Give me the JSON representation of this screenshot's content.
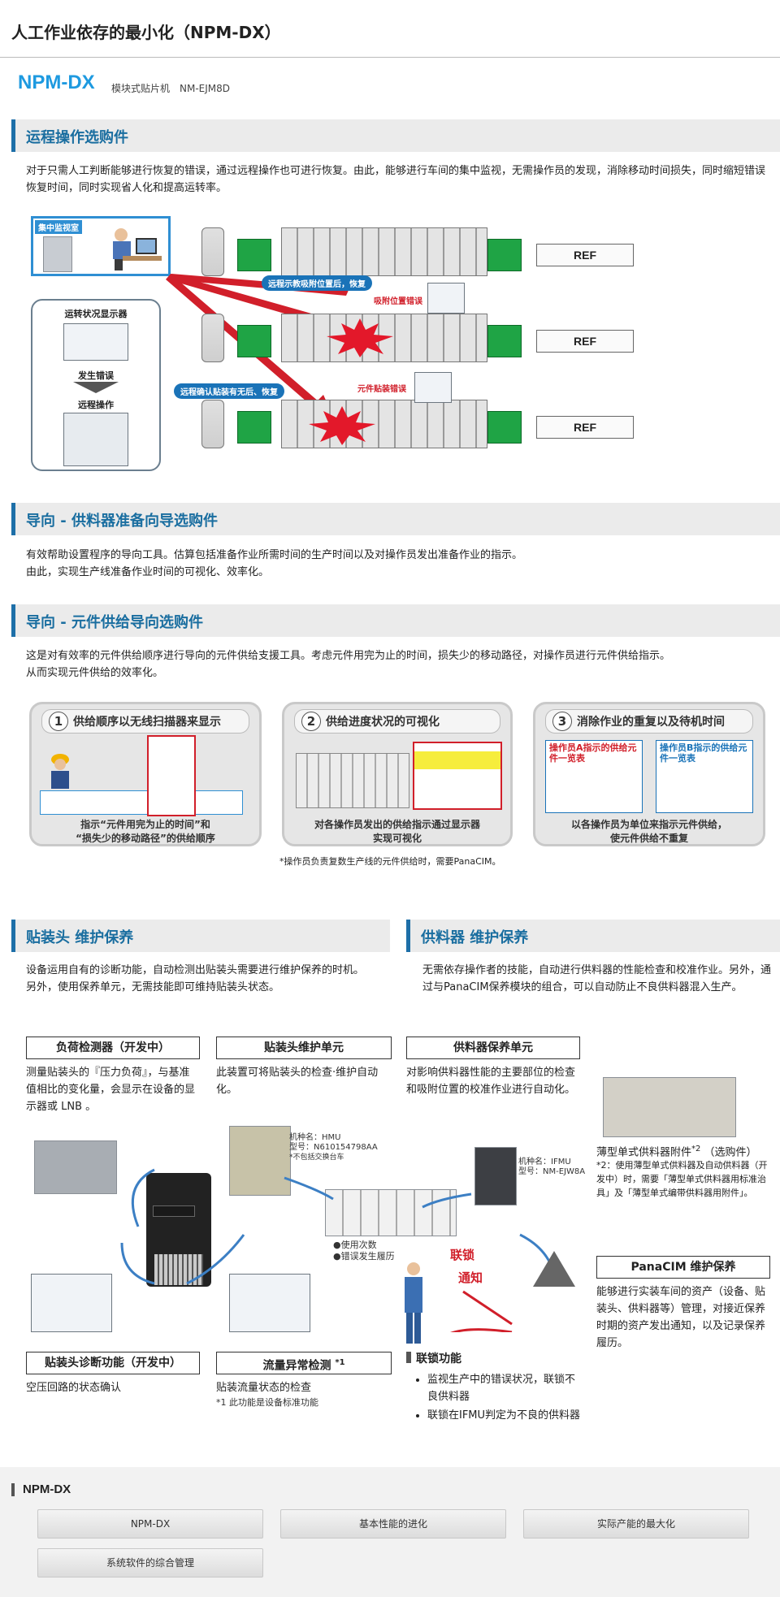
{
  "page": {
    "title": "人工作业依存的最小化（NPM-DX）",
    "model": "NPM-DX",
    "model_sub": "模块式贴片机　NM-EJM8D"
  },
  "remote": {
    "heading": "运程操作选购件",
    "text": "对于只需人工判断能够进行恢复的错误，通过远程操作也可进行恢复。由此，能够进行车间的集中监视，无需操作员的发现，消除移动时间损失，同时缩短错误恢复时间，同时实现省人化和提高运转率。",
    "control_room": "集中监视室",
    "status_display": "运转状况显示器",
    "error_occurs": "发生错误",
    "remote_op": "远程操作",
    "label_teach": "远程示教吸附位置后，恢复",
    "label_confirm": "远程确认贴装有无后、恢复",
    "err_pick": "吸附位置错误",
    "err_mount": "元件贴装错误",
    "ref": "REF"
  },
  "guide_feeder": {
    "heading": "导向 - 供料器准备向导选购件",
    "line1": "有效帮助设置程序的导向工具。估算包括准备作业所需时间的生产时间以及对操作员发出准备作业的指示。",
    "line2": "由此，实现生产线准备作业时间的可视化、效率化。"
  },
  "guide_parts": {
    "heading": "导向 - 元件供给导向选购件",
    "line1": "这是对有效率的元件供给顺序进行导向的元件供给支援工具。考虑元件用完为止的时间，损失少的移动路径，对操作员进行元件供给指示。",
    "line2": "从而实现元件供给的效率化。",
    "steps": [
      {
        "num": "1",
        "title": "供给顺序以无线扫描器来显示",
        "cap1": "指示“元件用完为止的时间”和",
        "cap2": "“损失少的移动路径”的供给顺序"
      },
      {
        "num": "2",
        "title": "供给进度状况的可视化",
        "cap1": "对各操作员发出的供给指示通过显示器",
        "cap2": "实现可视化"
      },
      {
        "num": "3",
        "title": "消除作业的重复以及待机时间",
        "cap1": "以各操作员为单位来指示元件供给，",
        "cap2": "使元件供给不重复"
      }
    ],
    "worker_a": "操作员A指示的供给元件一览表",
    "worker_b": "操作员B指示的供给元件一览表",
    "note": "*操作员负责复数生产线的元件供给时，需要PanaCIM。"
  },
  "head_maint": {
    "heading": "贴装头 维护保养",
    "text": "设备运用自有的诊断功能，自动检测出贴装头需要进行维护保养的时机。另外，使用保养单元，无需技能即可维持贴装头状态。"
  },
  "feeder_maint": {
    "heading": "供料器 维护保养",
    "text": "无需依存操作者的技能，自动进行供料器的性能检查和校准作业。另外，通过与PanaCIM保养模块的组合，可以自动防止不良供料器混入生产。"
  },
  "boxes": {
    "load": {
      "title": "负荷检测器（开发中）",
      "text": "测量贴装头的『压力负荷』，与基准值相比的变化量，会显示在设备的显示器或 LNB 。"
    },
    "head_unit": {
      "title": "贴装头维护单元",
      "text": "此装置可将贴装头的检查·维护自动化。"
    },
    "feeder_unit": {
      "title": "供料器保养单元",
      "text": "对影响供料器性能的主要部位的检查和吸附位置的校准作业进行自动化。"
    },
    "head_diag": {
      "title": "贴装头诊断功能（开发中）",
      "text": "空压回路的状态确认"
    },
    "flow": {
      "title": "流量异常检测",
      "sup": "*1",
      "text": "贴装流量状态的检查",
      "note": "*1 此功能是设备标准功能"
    },
    "panacim": {
      "title": "PanaCIM 维护保养",
      "text": "能够进行实装车间的资产（设备、贴装头、供料器等）管理，对接近保养时期的资产发出通知，以及记录保养履历。"
    }
  },
  "hmu": {
    "name": "机种名：HMU",
    "model": "型号：N610154798AA",
    "note": "*不包括交换台车"
  },
  "ifmu": {
    "name": "机种名：IFMU",
    "model": "型号：NM-EJW8A"
  },
  "usage": [
    "●使用次数",
    "●错误发生履历"
  ],
  "interlock": {
    "a": "联锁",
    "b": "通知",
    "title": "联锁功能",
    "items": [
      "监视生产中的错误状况，联锁不良供料器",
      "联锁在IFMU判定为不良的供料器"
    ]
  },
  "thin_feeder": {
    "title": "薄型单式供料器附件",
    "sup": "*2",
    "opt": "（选购件）",
    "note": "*2：使用薄型单式供料器及自动供料器（开发中）时，需要「薄型单式供料器用标准治具」及「薄型单式编带供料器用附件」。"
  },
  "footer": {
    "heading": "NPM-DX",
    "buttons": [
      "NPM-DX",
      "基本性能的进化",
      "实际产能的最大化",
      "系统软件的综合管理"
    ]
  },
  "colors": {
    "accent": "#1a6ea0",
    "model_blue": "#1e9ae0",
    "alert_red": "#d11f2a",
    "feeder_green": "#1fa445"
  }
}
